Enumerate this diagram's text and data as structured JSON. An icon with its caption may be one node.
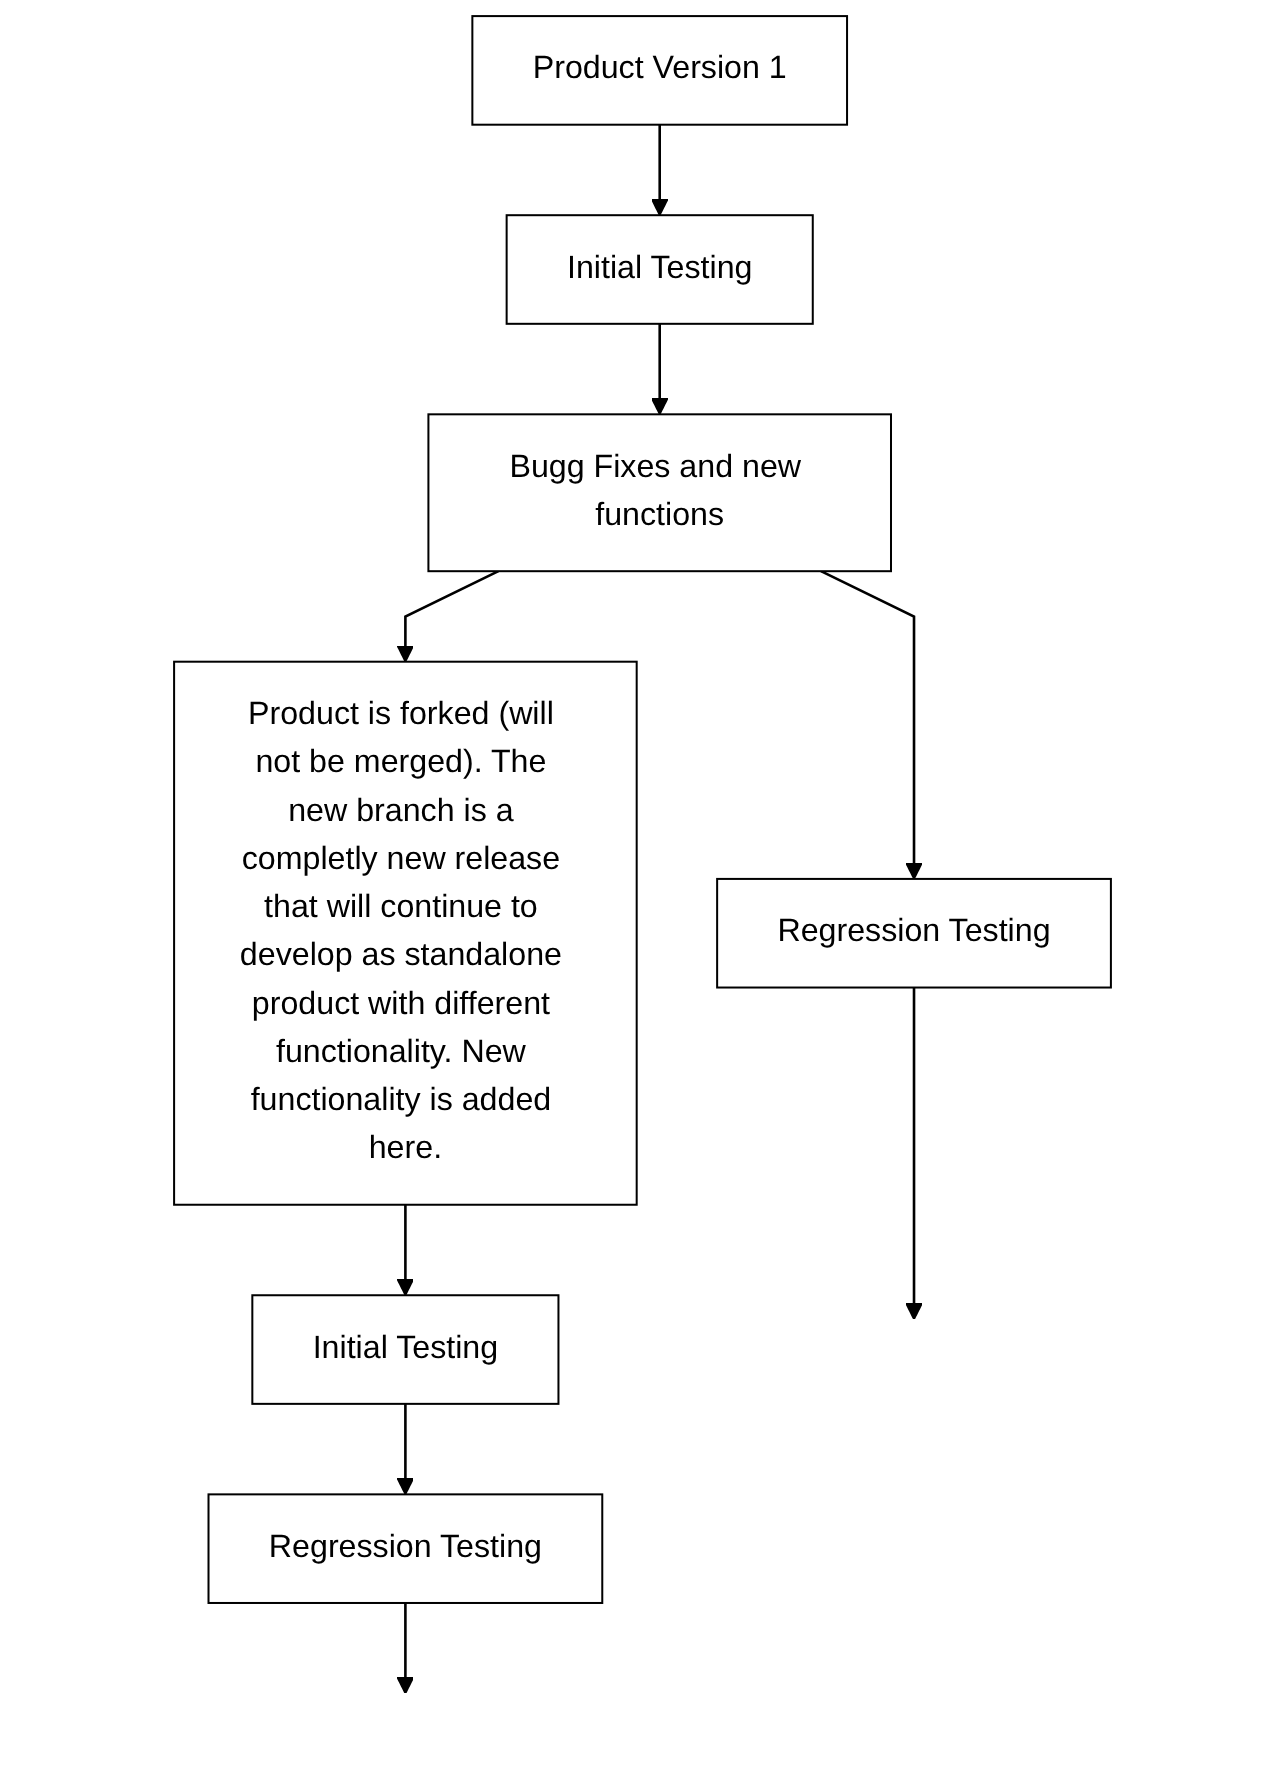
{
  "diagram": {
    "nodes": [
      {
        "text": [
          "Product Version 1"
        ]
      },
      {
        "text": [
          "Initial Testing"
        ]
      },
      {
        "text": [
          "Bugg Fixes and new functions"
        ]
      },
      {
        "text": [
          "Regression Testing"
        ]
      },
      {
        "text": [
          "Product is forked (will not be merged). The new branch is a completly new release that will continue to develop as standalone product with different functionality. New functionality is added here."
        ]
      },
      {
        "text": [
          "Initial Testing"
        ]
      },
      {
        "text": [
          "Regression Testing"
        ]
      }
    ],
    "edges": [
      {
        "from": 0,
        "to": 1,
        "arrow": "to"
      },
      {
        "from": 1,
        "to": 2,
        "arrow": "to"
      },
      {
        "from": 2,
        "to": 3,
        "arrow": "to"
      },
      {
        "from": 2,
        "to": 4,
        "arrow": "to"
      },
      {
        "from": 3,
        "to": null,
        "arrow": "to"
      },
      {
        "from": 4,
        "to": 5,
        "arrow": "to"
      },
      {
        "from": 5,
        "to": 6,
        "arrow": "to"
      },
      {
        "from": 6,
        "to": null,
        "arrow": "to"
      }
    ]
  }
}
